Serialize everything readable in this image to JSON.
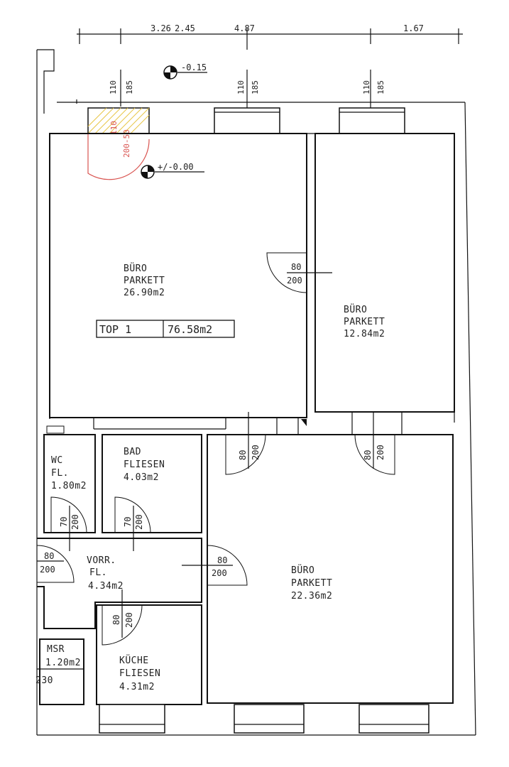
{
  "dimension_line": {
    "segments": [
      "3.26",
      "2.45",
      "4.87",
      "1.67"
    ]
  },
  "elevations": {
    "outside": "-0.15",
    "inside": "+/-0.00"
  },
  "windows": {
    "w1": {
      "sill": "110",
      "height": "185",
      "alt": "200-50",
      "alt_sill": "110"
    },
    "w2": {
      "sill": "110",
      "height": "185"
    },
    "w3": {
      "sill": "110",
      "height": "185"
    }
  },
  "summary": {
    "unit": "TOP 1",
    "total_area": "76.58m2"
  },
  "rooms": {
    "buero_main": {
      "name": "BÜRO",
      "floor": "PARKETT",
      "area": "26.90m2"
    },
    "buero_right": {
      "name": "BÜRO",
      "floor": "PARKETT",
      "area": "12.84m2"
    },
    "buero_lower": {
      "name": "BÜRO",
      "floor": "PARKETT",
      "area": "22.36m2"
    },
    "wc": {
      "name": "WC",
      "floor": "FL.",
      "area": "1.80m2"
    },
    "bad": {
      "name": "BAD",
      "floor": "FLIESEN",
      "area": "4.03m2"
    },
    "vorraum": {
      "name": "VORR.",
      "floor": "FL.",
      "area": "4.34m2"
    },
    "kueche": {
      "name": "KÜCHE",
      "floor": "FLIESEN",
      "area": "4.31m2"
    },
    "msr": {
      "name": "MSR",
      "area": "1.20m2"
    }
  },
  "doors": {
    "d_top_mid": {
      "width": "80",
      "height": "200"
    },
    "d_left_low": {
      "width": "80",
      "height": "200"
    },
    "d_right_low": {
      "width": "80",
      "height": "200"
    },
    "d_wc": {
      "width": "70",
      "height": "200"
    },
    "d_bad": {
      "width": "70",
      "height": "200"
    },
    "d_entry": {
      "width": "80",
      "height": "200"
    },
    "d_vor": {
      "width": "80",
      "height": "200"
    },
    "d_kueche": {
      "width": "80",
      "height": "200"
    },
    "misc_label": "230"
  }
}
